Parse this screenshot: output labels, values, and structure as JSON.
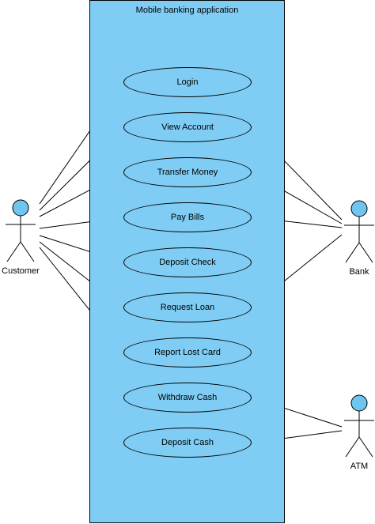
{
  "system": {
    "title": "Mobile banking application"
  },
  "actors": {
    "customer": "Customer",
    "bank": "Bank",
    "atm": "ATM"
  },
  "use_cases": [
    "Login",
    "View Account",
    "Transfer Money",
    "Pay Bills",
    "Deposit Check",
    "Request Loan",
    "Report Lost Card",
    "Withdraw Cash",
    "Deposit Cash"
  ],
  "colors": {
    "system_fill": "#7fcdf4",
    "actor_head": "#6ec6f0",
    "line": "#000000"
  },
  "associations": {
    "customer": [
      "Login",
      "View Account",
      "Transfer Money",
      "Pay Bills",
      "Deposit Check",
      "Request Loan",
      "Report Lost Card"
    ],
    "bank": [
      "View Account",
      "Transfer Money",
      "Pay Bills",
      "Request Loan"
    ],
    "atm": [
      "Withdraw Cash",
      "Deposit Cash"
    ]
  }
}
